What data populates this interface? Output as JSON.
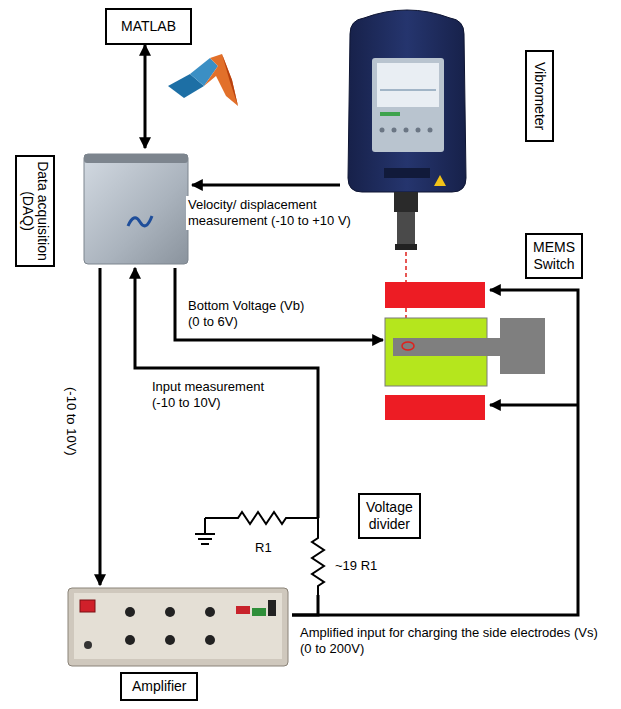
{
  "diagram": {
    "nodes": [
      {
        "text": [
          "MATLAB"
        ]
      },
      {
        "text": [
          "Vibrometer"
        ]
      },
      {
        "text": [
          "Data acquisition (DAQ)"
        ]
      },
      {
        "text": [
          "MEMS Switch"
        ]
      },
      {
        "text": [
          "Voltage divider"
        ]
      },
      {
        "text": [
          "Amplifier"
        ]
      }
    ],
    "edges": [
      {
        "from": 0,
        "to": 2,
        "arrow": "both"
      },
      {
        "from": 1,
        "to": 2,
        "arrow": "to",
        "label": "Velocity/ displacement measurement (-10 to +10 V)"
      },
      {
        "from": 2,
        "to": 3,
        "arrow": "to",
        "label": "Bottom Voltage (Vb) (0 to 6V)"
      },
      {
        "from": 4,
        "to": 2,
        "arrow": "to",
        "label": "Input measurement (-10 to 10V)"
      },
      {
        "from": 2,
        "to": 5,
        "arrow": "to",
        "label": "(-10 to 10V)"
      },
      {
        "from": 5,
        "to": 3,
        "arrow": "to",
        "label": "Amplified input for charging the side electrodes (Vs) (0 to 200V)"
      },
      {
        "from": 5,
        "to": 4,
        "arrow": "none"
      }
    ],
    "labels": [
      "R1",
      "~19 R1"
    ]
  }
}
